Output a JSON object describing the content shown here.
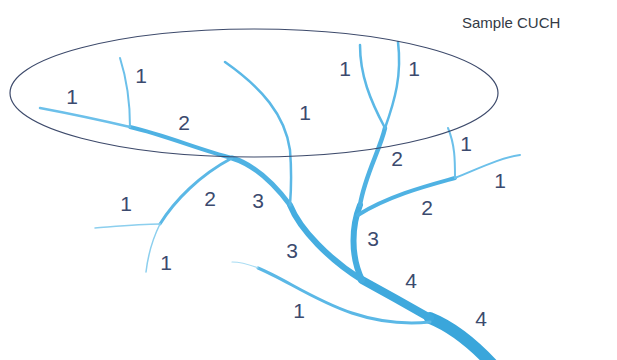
{
  "diagram": {
    "labels": [
      "Sample CUCH",
      "1",
      "1",
      "1",
      "1",
      "1",
      "2",
      "1",
      "2",
      "1",
      "2",
      "3",
      "1",
      "2",
      "3",
      "3",
      "1",
      "4",
      "1",
      "4"
    ]
  }
}
